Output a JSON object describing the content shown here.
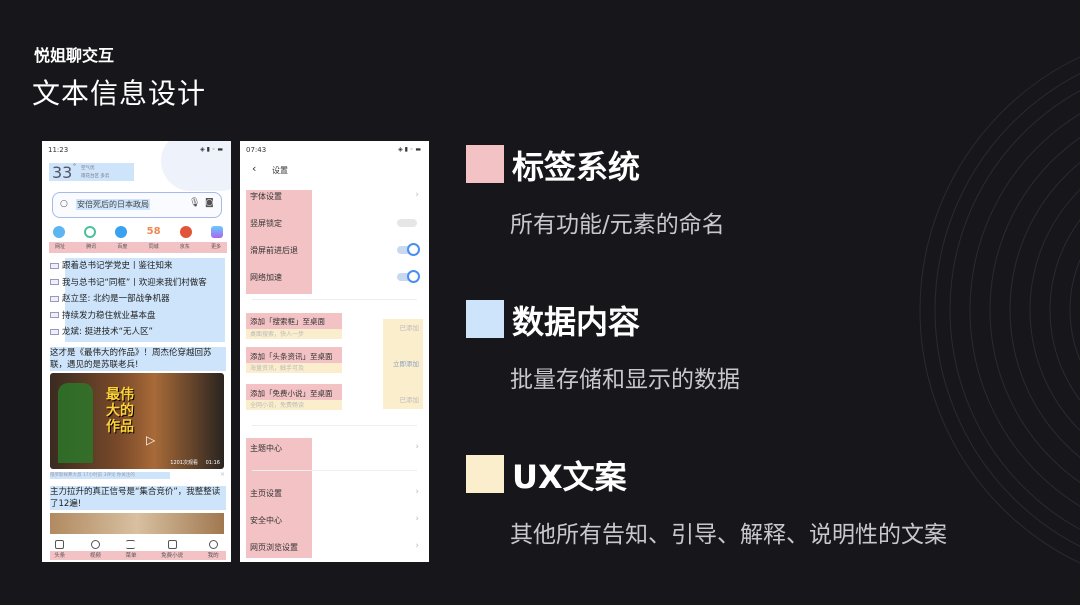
{
  "header": {
    "brand": "悦姐聊交互",
    "title": "文本信息设计"
  },
  "colors": {
    "label": "#f2c2c4",
    "data": "#cde4fb",
    "ux": "#fbeecc",
    "background": "#16161b"
  },
  "legend": [
    {
      "title": "标签系统",
      "desc": "所有功能/元素的命名"
    },
    {
      "title": "数据内容",
      "desc": "批量存储和显示的数据"
    },
    {
      "title": "UX文案",
      "desc": "其他所有告知、引导、解释、说明性的文案"
    }
  ],
  "phone1": {
    "time": "11:23",
    "weather": {
      "temp": "33",
      "unit": "°",
      "air": "空气优",
      "loc": "雨花台区 多云"
    },
    "search": {
      "value": "安倍死后的日本政局",
      "icons": [
        "search-icon",
        "mic-icon",
        "camera-icon"
      ]
    },
    "shortcuts": [
      "网址",
      "腾讯",
      "百度",
      "同城",
      "京东",
      "更多"
    ],
    "headlines": [
      "跟着总书记学党史丨鉴往知来",
      "我与总书记“同框”丨欢迎来我们村做客",
      "赵立坚: 北约是一部战争机器",
      "持续发力稳住就业基本盘",
      "龙斌: 挺进技术“无人区”"
    ],
    "article1": {
      "title": "这才是《最伟大的作品》！周杰伦穿越回苏联，遇见的是苏联老兵!",
      "thumb_text": "最伟大的作品",
      "views": "1201次观看",
      "duration": "01:16",
      "meta": "俄罗斯样弗大叔  17小时前  3评论  你关注的"
    },
    "article2": {
      "title": "主力拉升的真正信号是“集合竞价”，我整整读了12遍!"
    },
    "nav": [
      "头条",
      "视频",
      "菜单",
      "免费小说",
      "我的"
    ]
  },
  "phone2": {
    "time": "07:43",
    "title": "设置",
    "group1": [
      "字体设置",
      "竖屏锁定",
      "滑屏前进后退",
      "网络加速"
    ],
    "widgets": [
      {
        "title": "添加「搜索框」至桌面",
        "desc": "桌面搜索，快人一步",
        "action": "已添加"
      },
      {
        "title": "添加「头条资讯」至桌面",
        "desc": "海量资讯，触手可及",
        "action": "立即添加"
      },
      {
        "title": "添加「免费小说」至桌面",
        "desc": "全网小说，免费畅读",
        "action": "已添加"
      }
    ],
    "group2": [
      "主题中心"
    ],
    "group3": [
      "主页设置",
      "安全中心",
      "网页浏览设置"
    ]
  }
}
